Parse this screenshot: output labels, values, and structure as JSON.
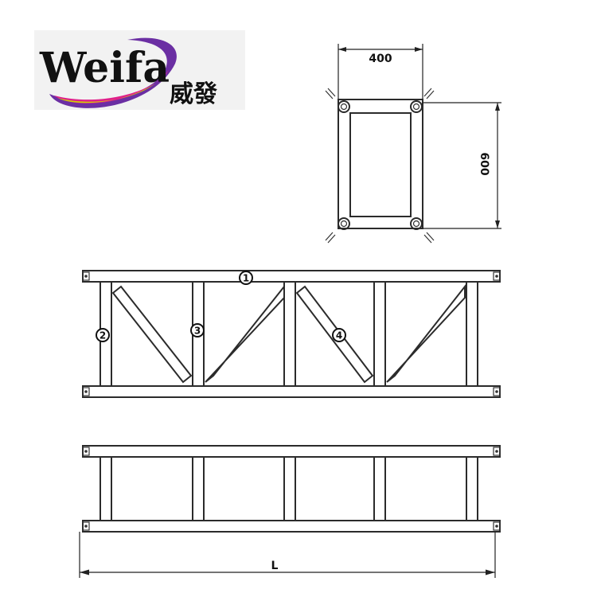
{
  "logo": {
    "latin": "Weifa",
    "chinese": "威發",
    "colors": {
      "swoosh_outer": "#6b2fa3",
      "swoosh_mid": "#e0208a",
      "swoosh_inner": "#c8d600",
      "text": "#111111",
      "background": "#f2f2f2"
    }
  },
  "dimensions": {
    "width_label": "400",
    "height_label": "600",
    "length_label": "L"
  },
  "callouts": [
    "1",
    "2",
    "3",
    "4"
  ],
  "colors": {
    "line": "#2b2b2b",
    "background": "#ffffff"
  }
}
